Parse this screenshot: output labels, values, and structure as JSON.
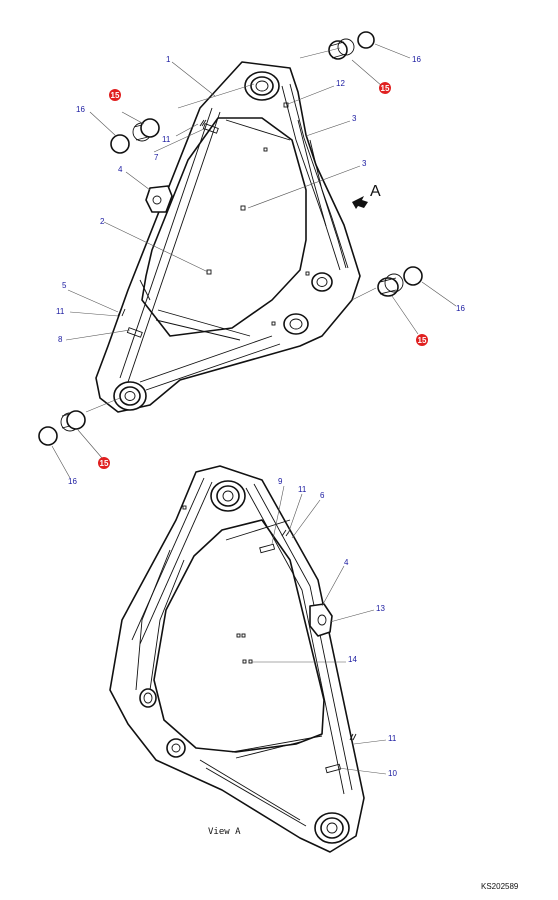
{
  "diagram": {
    "view_arrow_label": "A",
    "view_label": "View A",
    "drawing_code": "KS202589",
    "highlight_color": "#e02020",
    "callout_color": "#1a1aa0",
    "top_callouts": {
      "c1": "1",
      "c2": "2",
      "c3a": "3",
      "c3b": "3",
      "c4": "4",
      "c5": "5",
      "c7": "7",
      "c8": "8",
      "c11a": "11",
      "c11b": "11",
      "c12": "12",
      "c16a": "16",
      "c16b": "16",
      "c16c": "16",
      "c16d": "16",
      "b15a": "15",
      "b15b": "15",
      "b15c": "15",
      "b15d": "15"
    },
    "bottom_callouts": {
      "c4": "4",
      "c6": "6",
      "c9": "9",
      "c10": "10",
      "c11a": "11",
      "c11b": "11",
      "c13": "13",
      "c14": "14"
    }
  }
}
